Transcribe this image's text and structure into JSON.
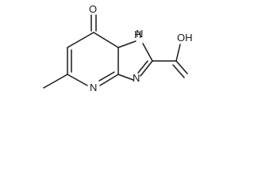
{
  "molecule": {
    "atoms": {
      "carbonyl_oxygen": "O",
      "nh_nitrogen": "H",
      "n_top": "N",
      "hydroxyl": "OH",
      "n_bottom_left": "N",
      "n_bottom_right": "N"
    }
  }
}
